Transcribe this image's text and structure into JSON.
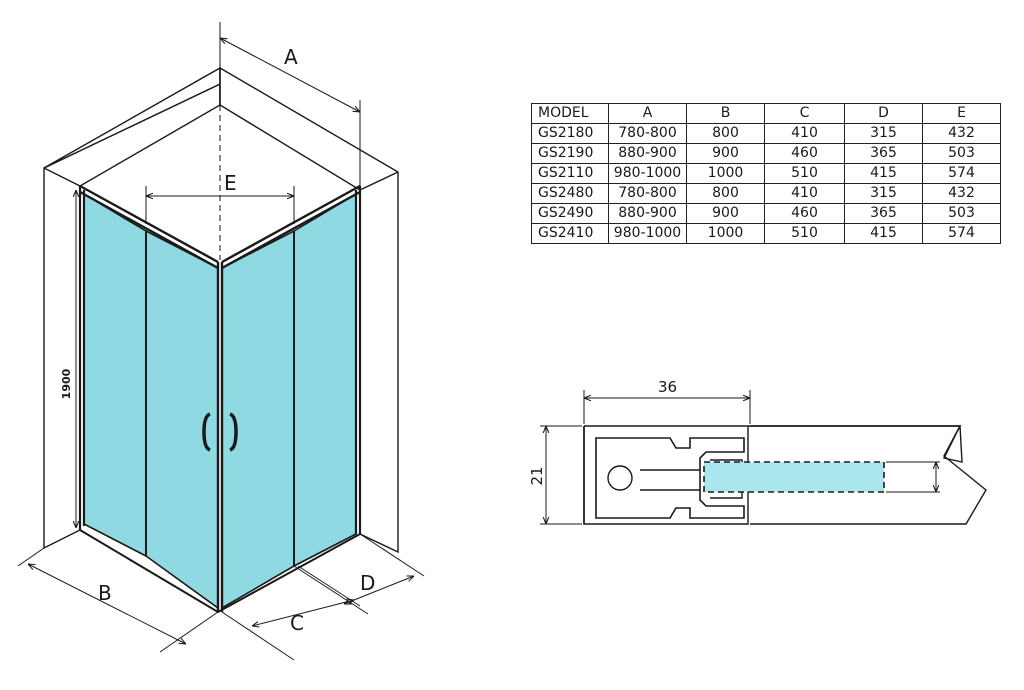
{
  "main_view": {
    "label_a": "A",
    "label_b": "B",
    "label_c": "C",
    "label_d": "D",
    "label_e": "E",
    "height_label": "1900"
  },
  "profile_view": {
    "width_label": "36",
    "height_label": "21"
  },
  "colors": {
    "glass": "#8fd9e3",
    "glass_light": "#a9e6ee",
    "line": "#1a1a1a",
    "wall": "#ffffff"
  },
  "table": {
    "headers": [
      "MODEL",
      "A",
      "B",
      "C",
      "D",
      "E"
    ],
    "rows": [
      [
        "GS2180",
        "780-800",
        "800",
        "410",
        "315",
        "432"
      ],
      [
        "GS2190",
        "880-900",
        "900",
        "460",
        "365",
        "503"
      ],
      [
        "GS2110",
        "980-1000",
        "1000",
        "510",
        "415",
        "574"
      ],
      [
        "GS2480",
        "780-800",
        "800",
        "410",
        "315",
        "432"
      ],
      [
        "GS2490",
        "880-900",
        "900",
        "460",
        "365",
        "503"
      ],
      [
        "GS2410",
        "980-1000",
        "1000",
        "510",
        "415",
        "574"
      ]
    ]
  }
}
